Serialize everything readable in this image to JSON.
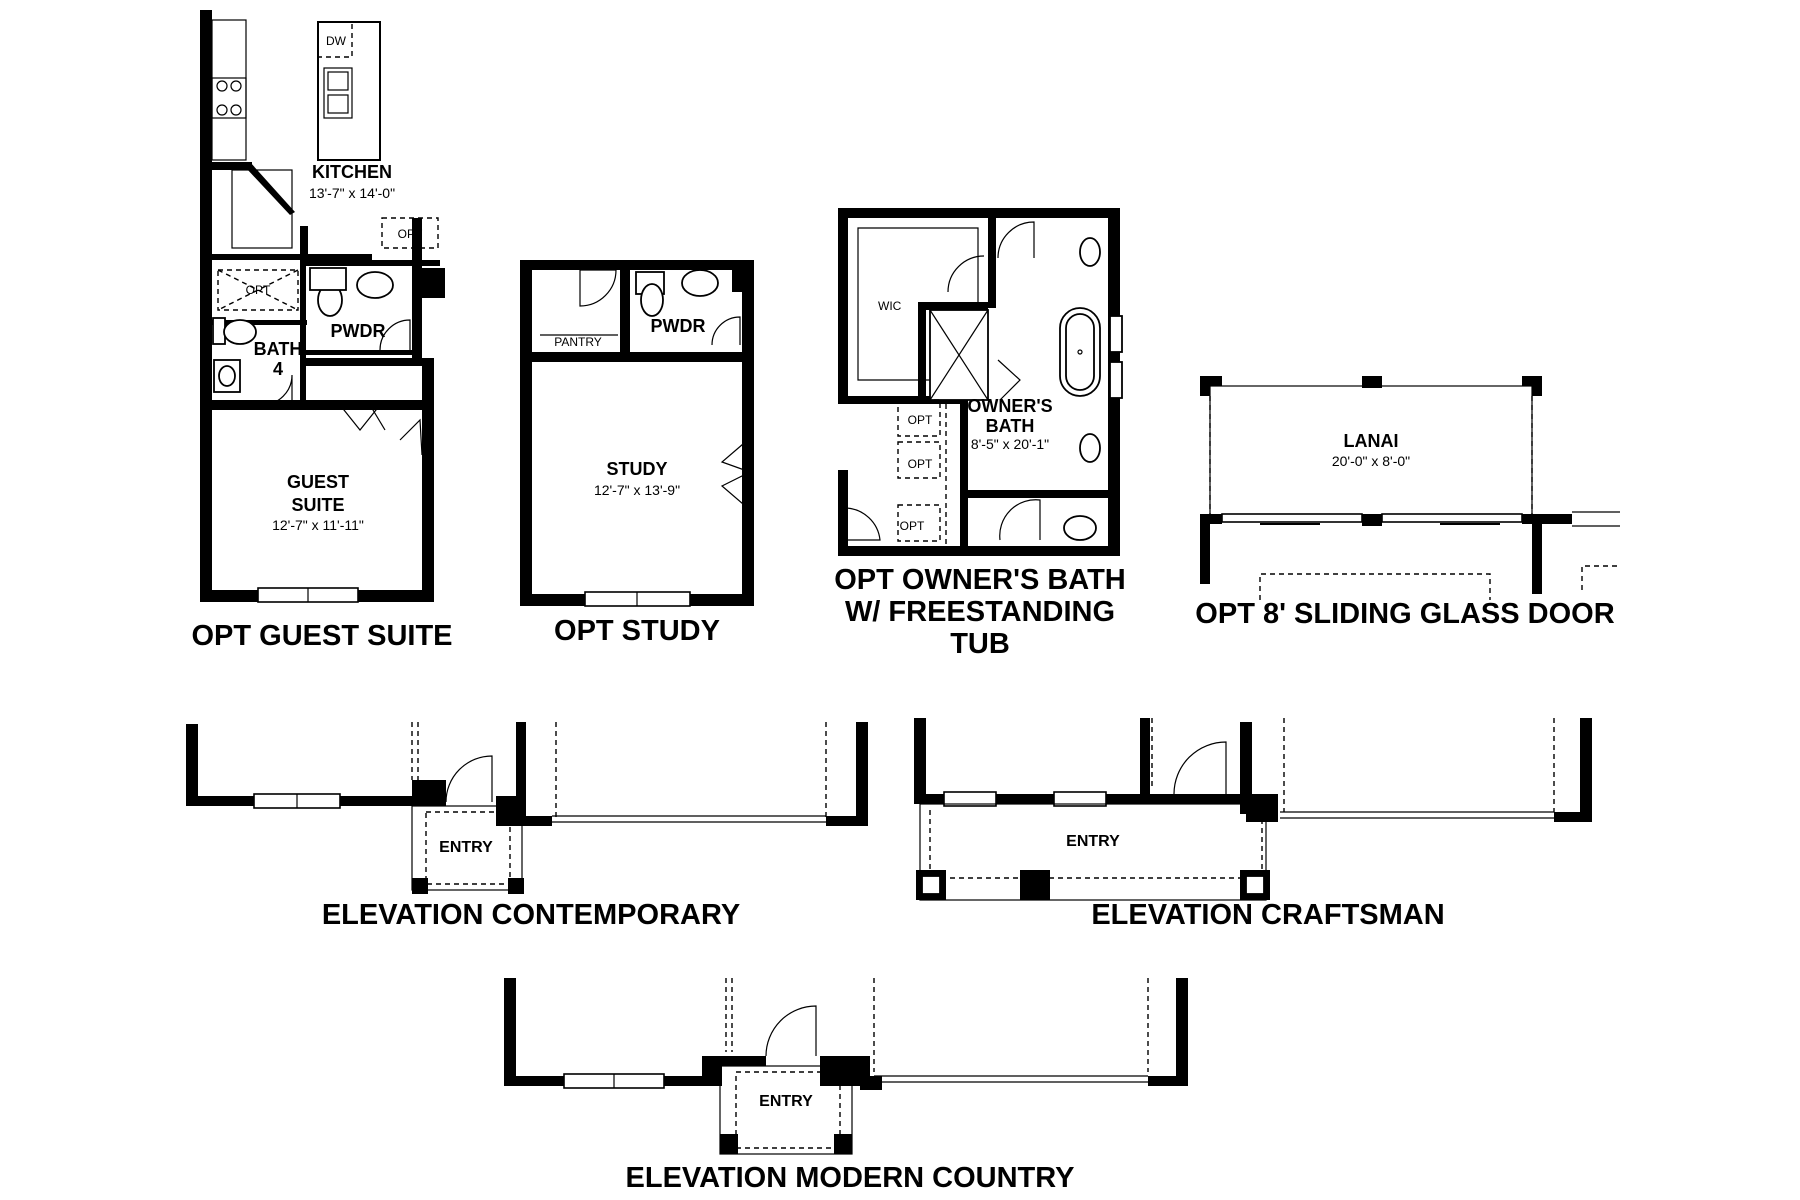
{
  "plans": {
    "guest_suite": {
      "caption": "OPT GUEST SUITE",
      "kitchen": {
        "name": "KITCHEN",
        "dim": "13'-7\" x 14'-0\""
      },
      "dw_label": "DW",
      "opt_counter": "OPT",
      "opt_tub": "OPT",
      "bath": {
        "name": "BATH",
        "num": "4"
      },
      "pwdr": "PWDR",
      "suite": {
        "line1": "GUEST",
        "line2": "SUITE",
        "dim": "12'-7\" x 11'-11\""
      }
    },
    "study": {
      "caption": "OPT STUDY",
      "pantry": "PANTRY",
      "pwdr": "PWDR",
      "room": {
        "name": "STUDY",
        "dim": "12'-7\" x 13'-9\""
      }
    },
    "owners_bath": {
      "caption_lines": [
        "OPT OWNER'S BATH",
        "W/ FREESTANDING",
        "TUB"
      ],
      "wic": "WIC",
      "opt_labels": [
        "OPT",
        "OPT",
        "OPT"
      ],
      "room": {
        "line1": "OWNER'S",
        "line2": "BATH",
        "dim": "8'-5\" x 20'-1\""
      }
    },
    "lanai": {
      "caption": "OPT 8' SLIDING GLASS DOOR",
      "room": {
        "name": "LANAI",
        "dim": "20'-0\" x 8'-0\""
      }
    },
    "contemporary": {
      "caption": "ELEVATION CONTEMPORARY",
      "entry": "ENTRY"
    },
    "craftsman": {
      "caption": "ELEVATION CRAFTSMAN",
      "entry": "ENTRY"
    },
    "modern_country": {
      "caption": "ELEVATION MODERN COUNTRY",
      "entry": "ENTRY"
    }
  }
}
